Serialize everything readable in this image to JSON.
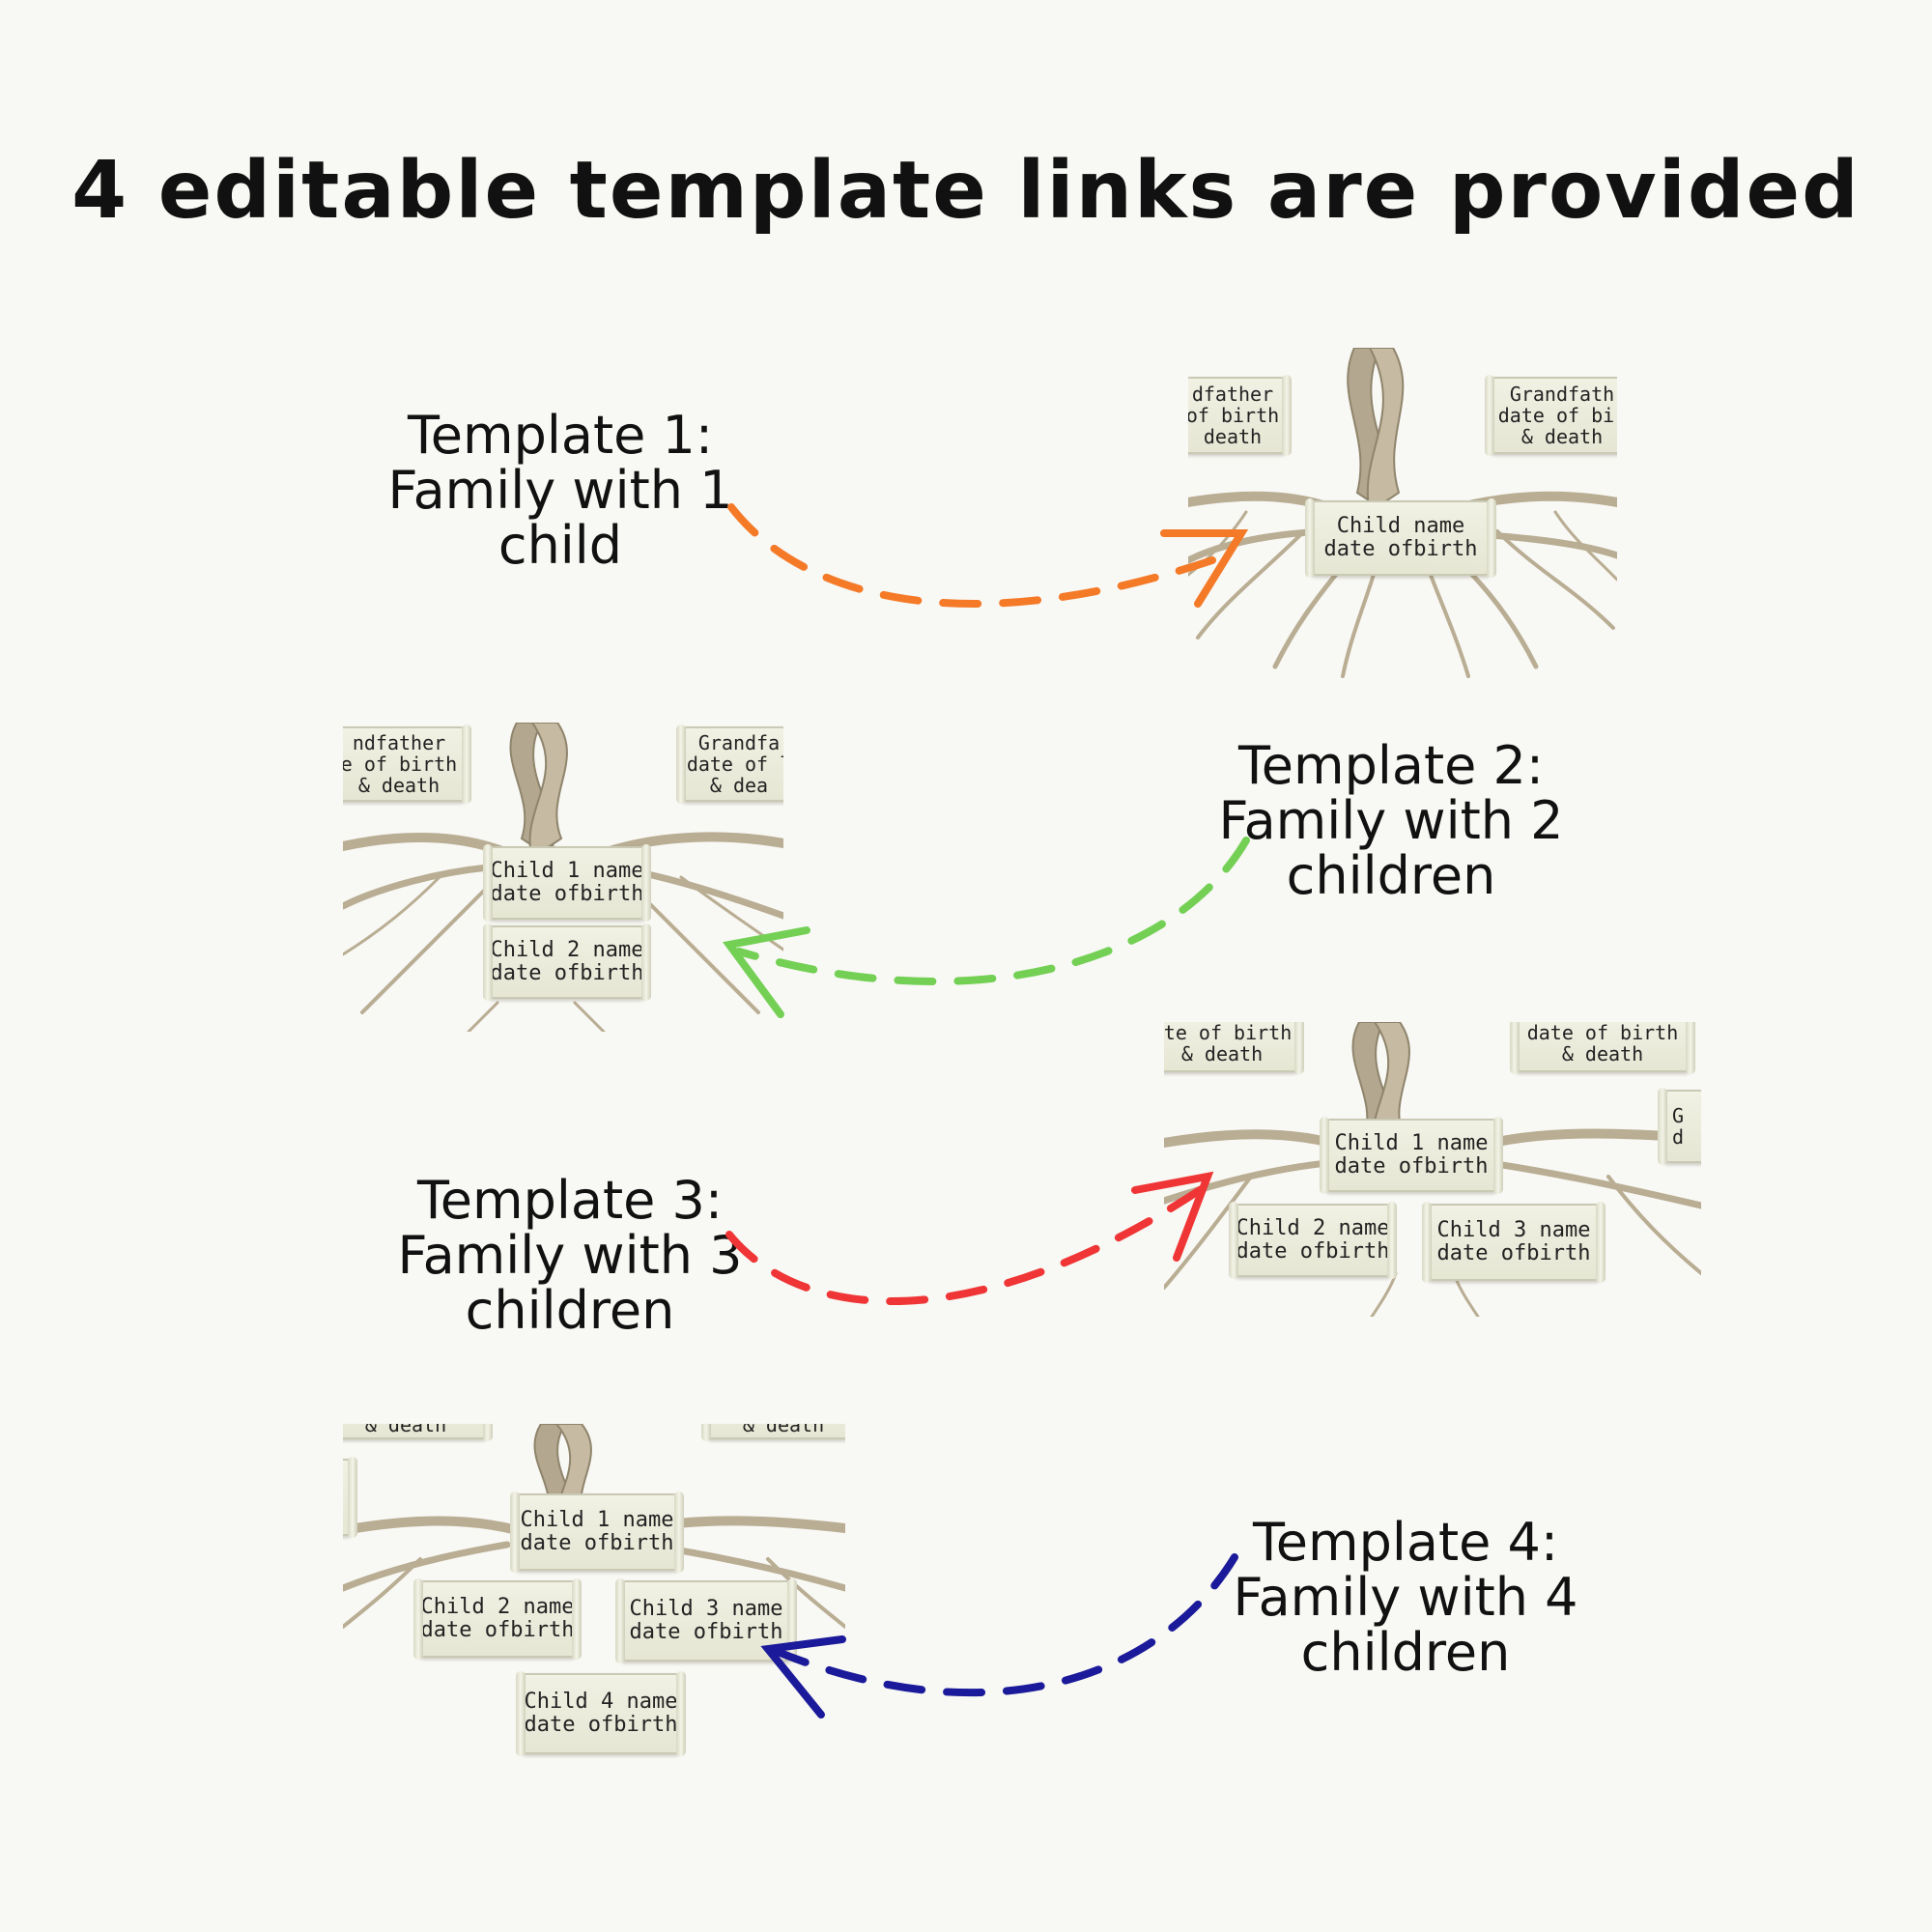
{
  "title": "4 editable template links are provided",
  "colors": {
    "background": "#f8f8f4",
    "arrow_template1": "#f47a28",
    "arrow_template2": "#74d055",
    "arrow_template3": "#ef3535",
    "arrow_template4": "#1a1a9a",
    "trunk": "#b3a88f",
    "scroll": "#ecedde"
  },
  "templates": [
    {
      "lines": [
        "Template 1:",
        "Family with 1",
        "child"
      ]
    },
    {
      "lines": [
        "Template 2:",
        "Family with 2",
        "children"
      ]
    },
    {
      "lines": [
        "Template 3:",
        "Family with 3",
        "children"
      ]
    },
    {
      "lines": [
        "Template 4:",
        "Family with 4",
        "children"
      ]
    }
  ],
  "panels": {
    "p1": {
      "grandfather_left": [
        "dfather",
        "of birth",
        "death"
      ],
      "grandfather_right": [
        "Grandfath",
        "date of bir",
        "& death"
      ],
      "child": [
        "Child name",
        "date ofbirth"
      ]
    },
    "p2": {
      "grandfather_left": [
        "ndfather",
        "e of birth",
        "& death"
      ],
      "grandfather_right": [
        "Grandfa",
        "date of l",
        "& dea"
      ],
      "child1": [
        "Child 1 name",
        "date ofbirth"
      ],
      "child2": [
        "Child 2 name",
        "date ofbirth"
      ]
    },
    "p3": {
      "top_left": [
        "ate of birth",
        "& death"
      ],
      "top_right": [
        "date of birth",
        "& death"
      ],
      "side_right": [
        "G",
        "d"
      ],
      "child1": [
        "Child 1 name",
        "date ofbirth"
      ],
      "child2": [
        "Child 2 name",
        "date ofbirth"
      ],
      "child3": [
        "Child 3 name",
        "date ofbirth"
      ]
    },
    "p4": {
      "top_left": [
        "& death"
      ],
      "top_right": [
        "& death"
      ],
      "child1": [
        "Child 1 name",
        "date ofbirth"
      ],
      "child2": [
        "Child 2 name",
        "date ofbirth"
      ],
      "child3": [
        "Child 3 name",
        "date ofbirth"
      ],
      "child4": [
        "Child 4 name",
        "date ofbirth"
      ]
    }
  }
}
